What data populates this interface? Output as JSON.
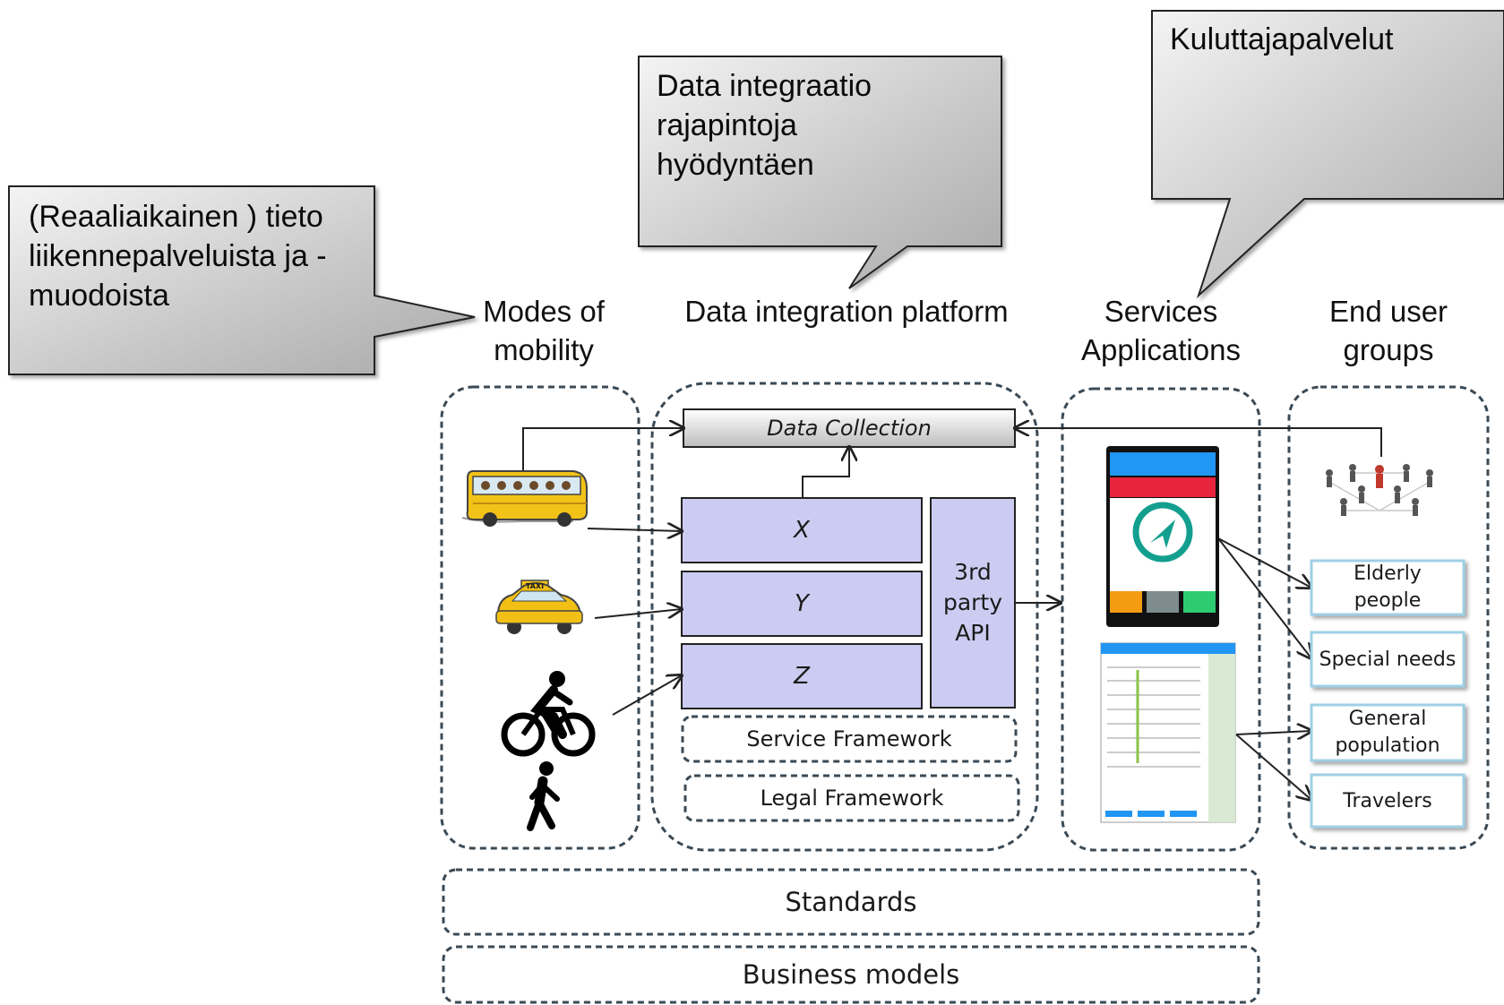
{
  "callouts": {
    "realtime": "(Reaaliaikainen ) tieto\nliikennepalveluista ja -\nmuodoista",
    "integration": "Data integraatio\nrajapintoja\nhyödyntäen",
    "consumer": "Kuluttajapalvelut"
  },
  "columns": {
    "modes": "Modes of\nmobility",
    "platform": "Data integration platform",
    "services": "Services\nApplications",
    "endusers": "End user\ngroups"
  },
  "platform": {
    "data_collection": "Data Collection",
    "x": "X",
    "y": "Y",
    "z": "Z",
    "api": "3rd\nparty\nAPI",
    "service_framework": "Service Framework",
    "legal_framework": "Legal Framework"
  },
  "user_groups": {
    "elderly": "Elderly\npeople",
    "special": "Special needs",
    "general": "General\npopulation",
    "travelers": "Travelers"
  },
  "foundation": {
    "standards": "Standards",
    "business": "Business models"
  },
  "app": {
    "taxi_sign": "TAXI"
  },
  "colors": {
    "box_fill": "#ccccf2",
    "callout_fill": "#bdbdbd",
    "app_red": "#e8233c",
    "app_teal": "#139f8f",
    "app_blue": "#2196f3"
  },
  "icons": [
    "bus-icon",
    "taxi-icon",
    "bicycle-icon",
    "pedestrian-icon",
    "people-network-icon",
    "phone-app-screenshot",
    "route-planner-screenshot"
  ]
}
